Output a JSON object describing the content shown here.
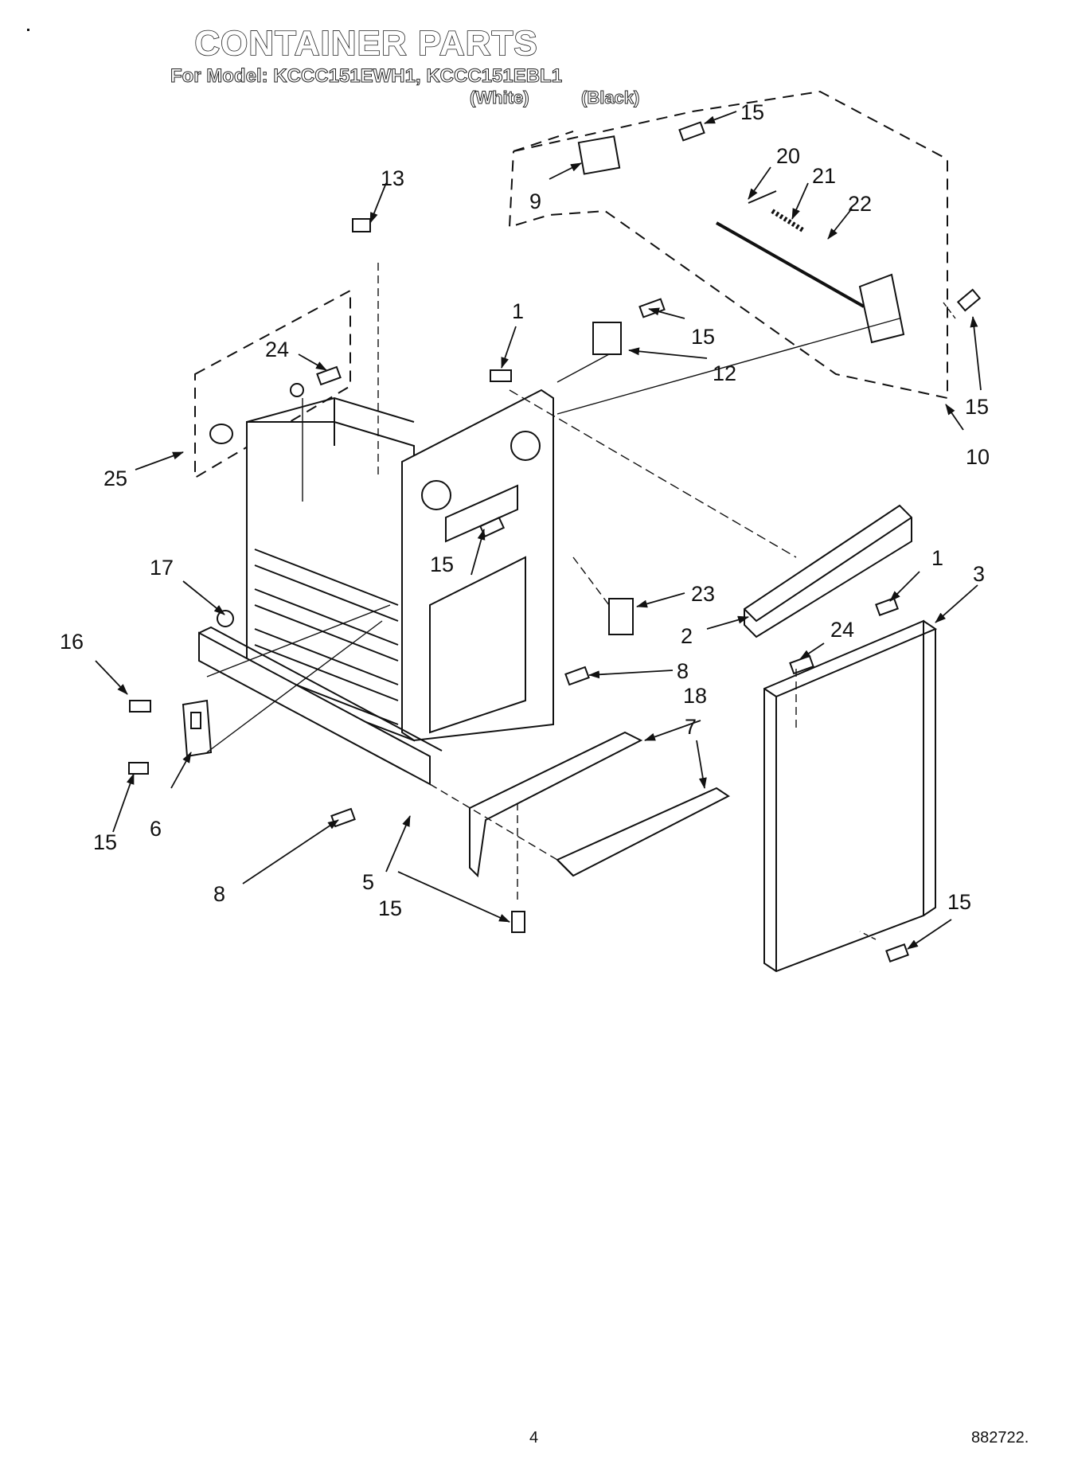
{
  "header": {
    "title": "CONTAINER PARTS",
    "subtitle": "For Model: KCCC151EWH1, KCCC151EBL1",
    "finish_white": "(White)",
    "finish_black": "(Black)"
  },
  "footer": {
    "page_number": "4",
    "document_number": "882722."
  },
  "callouts": [
    {
      "id": "c15a",
      "label": "15"
    },
    {
      "id": "c20",
      "label": "20"
    },
    {
      "id": "c21",
      "label": "21"
    },
    {
      "id": "c22",
      "label": "22"
    },
    {
      "id": "c9",
      "label": "9"
    },
    {
      "id": "c13",
      "label": "13"
    },
    {
      "id": "c1a",
      "label": "1"
    },
    {
      "id": "c15b",
      "label": "15"
    },
    {
      "id": "c12",
      "label": "12"
    },
    {
      "id": "c24a",
      "label": "24"
    },
    {
      "id": "c15c",
      "label": "15"
    },
    {
      "id": "c10",
      "label": "10"
    },
    {
      "id": "c25",
      "label": "25"
    },
    {
      "id": "c15d",
      "label": "15"
    },
    {
      "id": "c17",
      "label": "17"
    },
    {
      "id": "c1b",
      "label": "1"
    },
    {
      "id": "c3",
      "label": "3"
    },
    {
      "id": "c23",
      "label": "23"
    },
    {
      "id": "c16",
      "label": "16"
    },
    {
      "id": "c2",
      "label": "2"
    },
    {
      "id": "c24b",
      "label": "24"
    },
    {
      "id": "c8a",
      "label": "8"
    },
    {
      "id": "c18",
      "label": "18"
    },
    {
      "id": "c7",
      "label": "7"
    },
    {
      "id": "c15e",
      "label": "15"
    },
    {
      "id": "c6",
      "label": "6"
    },
    {
      "id": "c8b",
      "label": "8"
    },
    {
      "id": "c5",
      "label": "5"
    },
    {
      "id": "c15f",
      "label": "15"
    },
    {
      "id": "c15g",
      "label": "15"
    }
  ]
}
